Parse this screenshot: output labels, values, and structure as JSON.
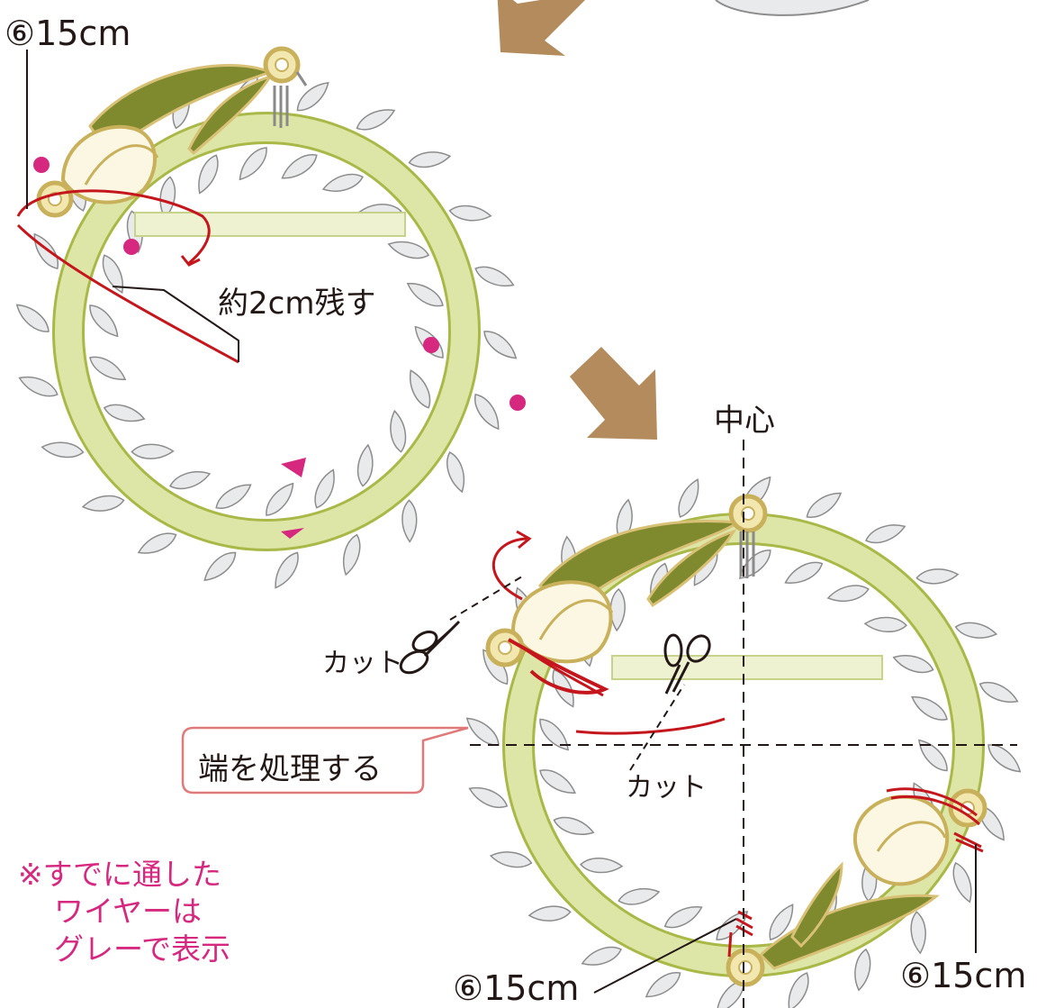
{
  "labels": {
    "top_left_wire": "⑥15cm",
    "leave_2cm": "約2cm残す",
    "center": "中心",
    "cut_left": "カット",
    "cut_middle": "カット",
    "callout": "端を処理する",
    "bottom_wire": "⑥15cm",
    "right_wire": "⑥15cm"
  },
  "note": {
    "line1": "※すでに通した",
    "line2": "ワイヤーは",
    "line3": "グレーで表示"
  },
  "icons": {
    "arrow": "down-left-arrow",
    "scissors": "scissors-icon",
    "wreath": "leaf-wreath",
    "tulip": "tulip-charm",
    "jump_ring": "jump-ring"
  },
  "colors": {
    "arrow": "#b38b5d",
    "wire_red": "#c4161c",
    "wire_gray": "#8a8a8a",
    "leaf_fill": "#e9eaeb",
    "leaf_stroke": "#8c8c8c",
    "ring_fill": "#dde6a6",
    "tulip_leaf": "#7f8a2e",
    "ring_gold": "#d8c177",
    "callout_border": "#e07a7a",
    "note": "#d6287f",
    "dot": "#d6287f"
  }
}
